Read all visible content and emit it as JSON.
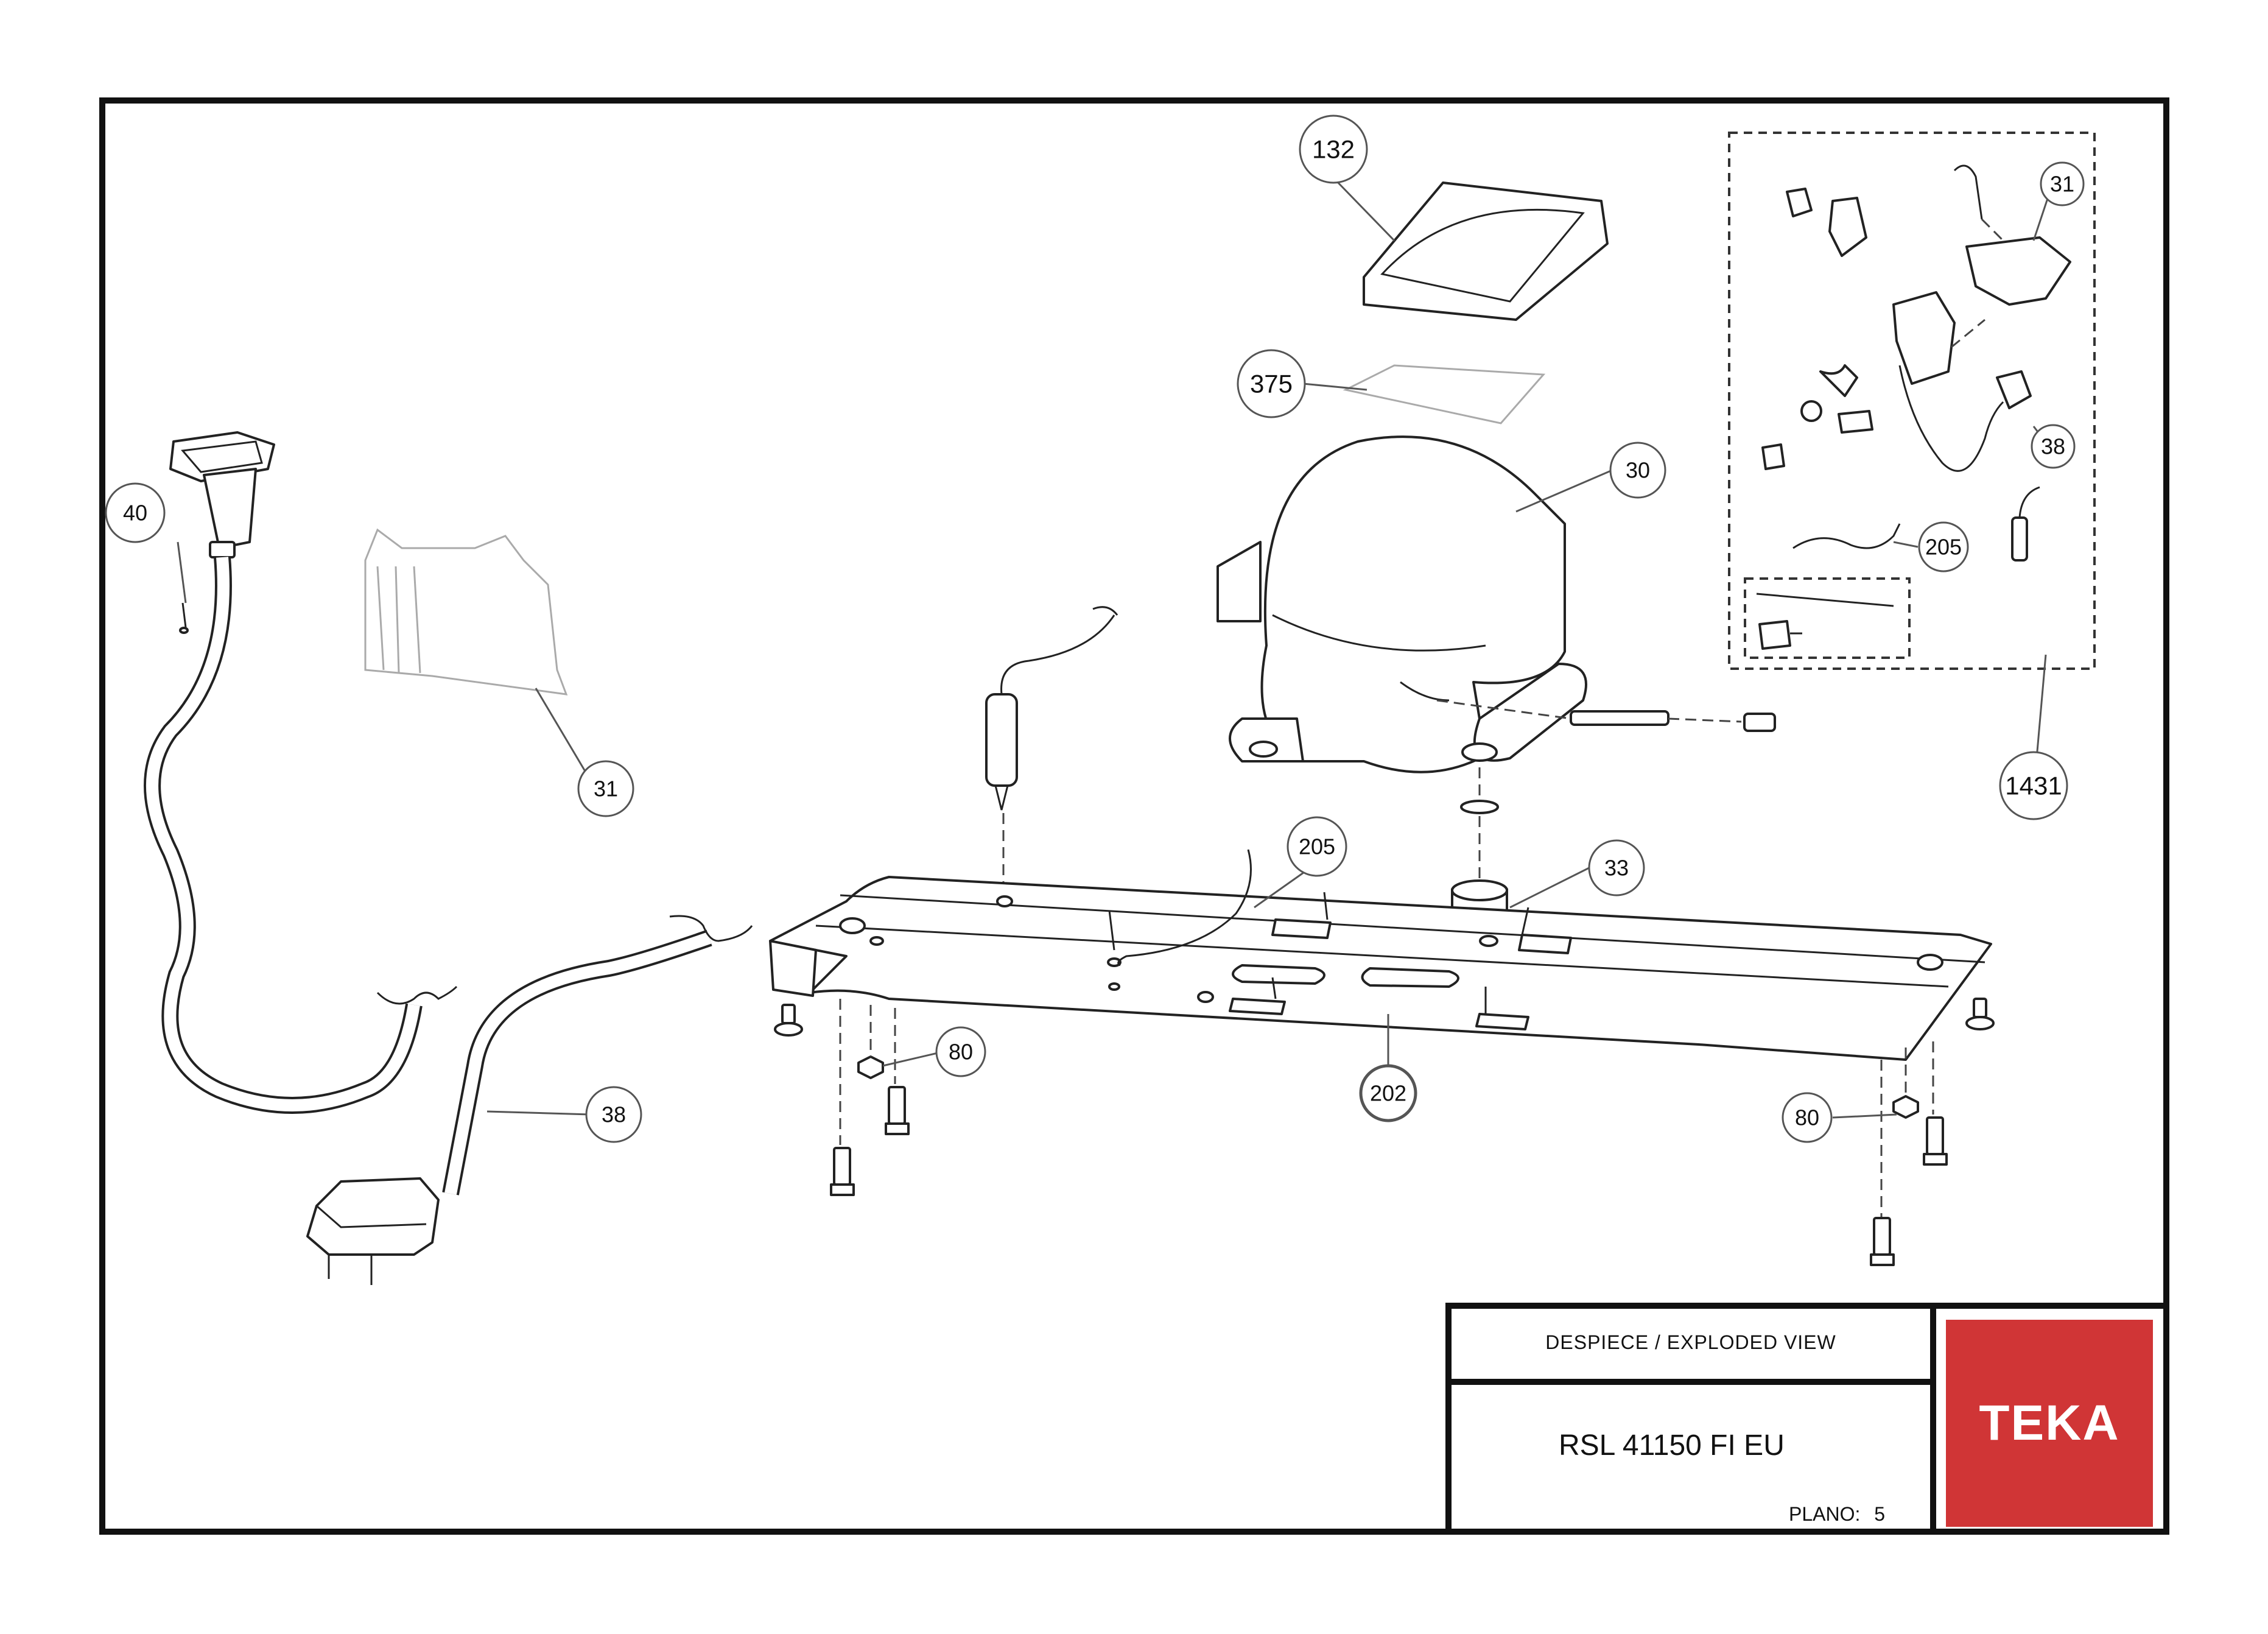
{
  "diagram": {
    "callouts": [
      {
        "id": "c132",
        "label": "132"
      },
      {
        "id": "c375",
        "label": "375"
      },
      {
        "id": "c30",
        "label": "30"
      },
      {
        "id": "c40",
        "label": "40"
      },
      {
        "id": "c31a",
        "label": "31"
      },
      {
        "id": "c205a",
        "label": "205"
      },
      {
        "id": "c33",
        "label": "33"
      },
      {
        "id": "c80a",
        "label": "80"
      },
      {
        "id": "c202",
        "label": "202"
      },
      {
        "id": "c38a",
        "label": "38"
      },
      {
        "id": "c80b",
        "label": "80"
      },
      {
        "id": "c1431",
        "label": "1431"
      },
      {
        "id": "c31b",
        "label": "31"
      },
      {
        "id": "c38b",
        "label": "38"
      },
      {
        "id": "c205b",
        "label": "205"
      }
    ]
  },
  "title_block": {
    "heading": "DESPIECE / EXPLODED VIEW",
    "model": "RSL 41150 FI EU",
    "plano_label": "PLANO:",
    "plano_value": "5",
    "logo_text": "TEKA"
  },
  "colors": {
    "brand_red": "#d03536",
    "line": "#222222"
  }
}
